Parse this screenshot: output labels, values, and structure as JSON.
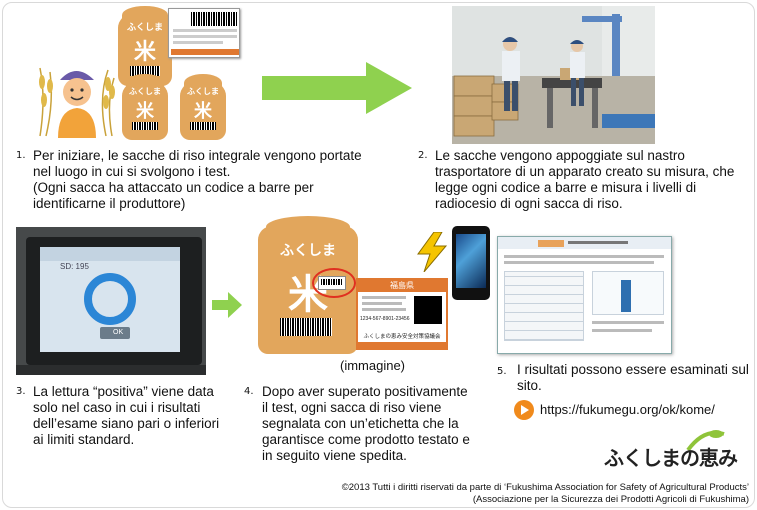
{
  "steps": [
    {
      "num": "1.",
      "text": "Per iniziare, le sacche di riso integrale vengono portate nel luogo in cui si svolgono i test.\n(Ogni sacca ha attaccato un codice a barre per identificarne il produttore)"
    },
    {
      "num": "2.",
      "text": "Le sacche vengono appoggiate sul nastro trasportatore di un apparato creato su misura, che legge ogni codice a barre e misura i livelli di radiocesio di ogni sacca di riso."
    },
    {
      "num": "3.",
      "text": "La lettura “positiva” viene data solo nel caso in cui i risultati dell’esame siano pari o inferiori ai limiti standard."
    },
    {
      "num": "4.",
      "text": "Dopo aver superato positivamente il test, ogni sacca di riso viene segnalata con un’etichetta che la garantisce come prodotto testato e in seguito viene spedita."
    },
    {
      "num": "5.",
      "text": "I risultati possono essere esaminati sul sito."
    }
  ],
  "image_caption": "(immagine)",
  "url": "https://fukumegu.org/ok/kome/",
  "bag_label": "ふくしま",
  "bag_kanji": "米",
  "screen_text": "SD: 195",
  "screen_button": "OK",
  "sticker_title": "福島県",
  "sticker_phone": "1234-567-8901-23456",
  "sticker_footer": "ふくしまの恵み安全対策協議会",
  "logo_text": "ふくしまの恵み",
  "credit_line1": "©2013 Tutti i diritti riservati da parte di ‘Fukushima Association for Safety of Agricultural Products’",
  "credit_line2": "(Associazione per la Sicurezza dei Prodotti Agricoli di Fukushima)",
  "colors": {
    "arrow": "#8fd14f",
    "bag": "#e2a65c",
    "play": "#f08a1c",
    "logo": "#e87a1a",
    "frame": "#d9d9d9"
  }
}
